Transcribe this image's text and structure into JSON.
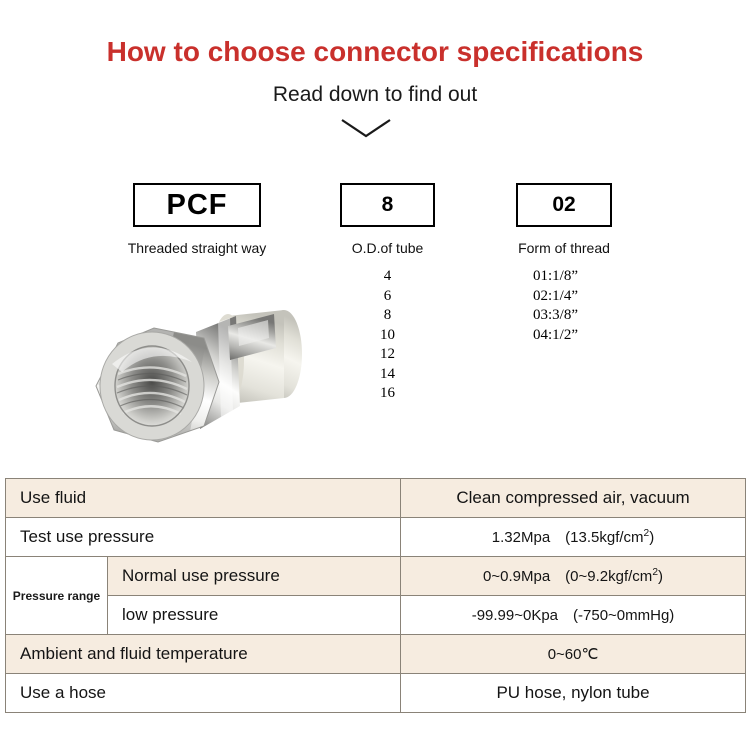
{
  "header": {
    "title": "How to choose connector specifications",
    "subtitle": "Read down to find out",
    "title_color": "#c9302c",
    "arrow_icon": "chevron-down-icon"
  },
  "spec_code": {
    "parts": [
      {
        "code": "PCF",
        "caption": "Threaded straight way",
        "options": []
      },
      {
        "code": "8",
        "caption": "O.D.of tube",
        "options": [
          "4",
          "6",
          "8",
          "10",
          "12",
          "14",
          "16"
        ]
      },
      {
        "code": "02",
        "caption": "Form of thread",
        "options": [
          "01:1/8”",
          "02:1/4”",
          "03:3/8”",
          "04:1/2”"
        ]
      }
    ]
  },
  "product_image": {
    "name": "pneumatic-push-in-fitting-photo",
    "description": "Nickel plated female threaded straight pneumatic connector with white release collar"
  },
  "spec_table": {
    "rows": [
      {
        "label": "Use fluid",
        "value": "Clean compressed air, vacuum",
        "shade": "cream"
      },
      {
        "label": "Test use pressure",
        "value_html": "1.32Mpa (13.5kgf/cm<sup>2</sup>)",
        "value": "1.32Mpa (13.5kgf/cm2)",
        "shade": "white"
      },
      {
        "group_label": "Pressure range",
        "label": "Normal use pressure",
        "value_html": "0~0.9Mpa (0~9.2kgf/cm<sup>2</sup>)",
        "value": "0~0.9Mpa (0~9.2kgf/cm2)",
        "shade": "cream"
      },
      {
        "label": "low pressure",
        "value": "-99.99~0Kpa (-750~0mmHg)",
        "shade": "white"
      },
      {
        "label": "Ambient and fluid temperature",
        "value": "0~60℃",
        "shade": "cream"
      },
      {
        "label": "Use a hose",
        "value": "PU hose, nylon tube",
        "shade": "white"
      }
    ]
  },
  "colors": {
    "title_red": "#c9302c",
    "table_cream": "#f6ece0",
    "table_border": "#8a8378",
    "text": "#141414"
  }
}
